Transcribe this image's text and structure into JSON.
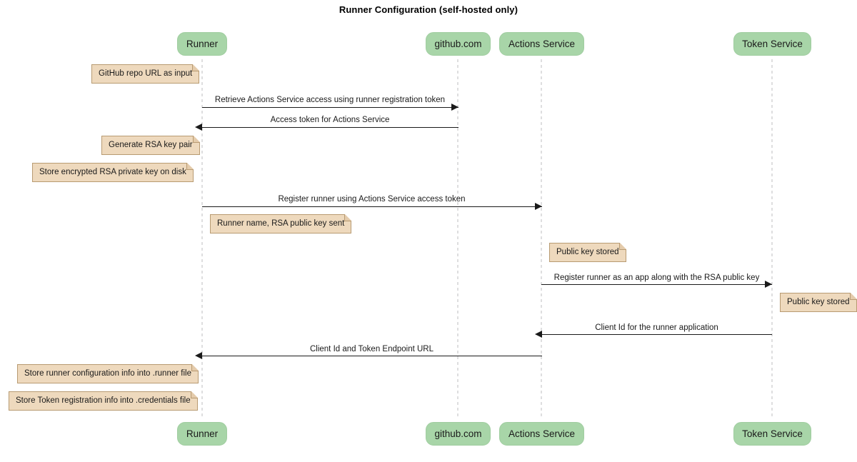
{
  "diagram": {
    "title": "Runner Configuration (self-hosted only)",
    "type": "sequence-diagram",
    "colors": {
      "participant_fill": "#a8d5a8",
      "participant_border": "#a0cda0",
      "note_fill": "#eed9bd",
      "note_border": "#b89b72",
      "lifeline": "#dededf",
      "arrow": "#1a1a1a",
      "background": "#ffffff"
    }
  },
  "participants": [
    {
      "id": "runner",
      "label": "Runner"
    },
    {
      "id": "github",
      "label": "github.com"
    },
    {
      "id": "actions",
      "label": "Actions Service"
    },
    {
      "id": "token",
      "label": "Token Service"
    }
  ],
  "messages": [
    {
      "from": "runner",
      "to": "github",
      "direction": "right",
      "label": "Retrieve Actions Service access using runner registration token"
    },
    {
      "from": "github",
      "to": "runner",
      "direction": "left",
      "label": "Access token for Actions Service"
    },
    {
      "from": "runner",
      "to": "actions",
      "direction": "right",
      "label": "Register runner using Actions Service access token"
    },
    {
      "from": "actions",
      "to": "token",
      "direction": "right",
      "label": "Register runner as an app along with the RSA public key"
    },
    {
      "from": "token",
      "to": "actions",
      "direction": "left",
      "label": "Client Id for the runner application"
    },
    {
      "from": "actions",
      "to": "runner",
      "direction": "left",
      "label": "Client Id and Token Endpoint URL"
    }
  ],
  "notes": [
    {
      "id": "note-github-repo-url",
      "over": "runner",
      "label": "GitHub repo URL as input"
    },
    {
      "id": "note-generate-rsa-key",
      "over": "runner",
      "label": "Generate RSA key pair"
    },
    {
      "id": "note-store-encrypted-rsa",
      "over": "runner",
      "label": "Store encrypted RSA private key on disk"
    },
    {
      "id": "note-runner-name-pubkey",
      "over": "runner",
      "label": "Runner name, RSA public key sent"
    },
    {
      "id": "note-public-key-stored-1",
      "over": "actions",
      "label": "Public key stored"
    },
    {
      "id": "note-public-key-stored-2",
      "over": "token",
      "label": "Public key stored"
    },
    {
      "id": "note-store-runner-config",
      "over": "runner",
      "label": "Store runner configuration info into .runner file"
    },
    {
      "id": "note-store-token-registration",
      "over": "runner",
      "label": "Store Token registration info into .credentials file"
    }
  ]
}
